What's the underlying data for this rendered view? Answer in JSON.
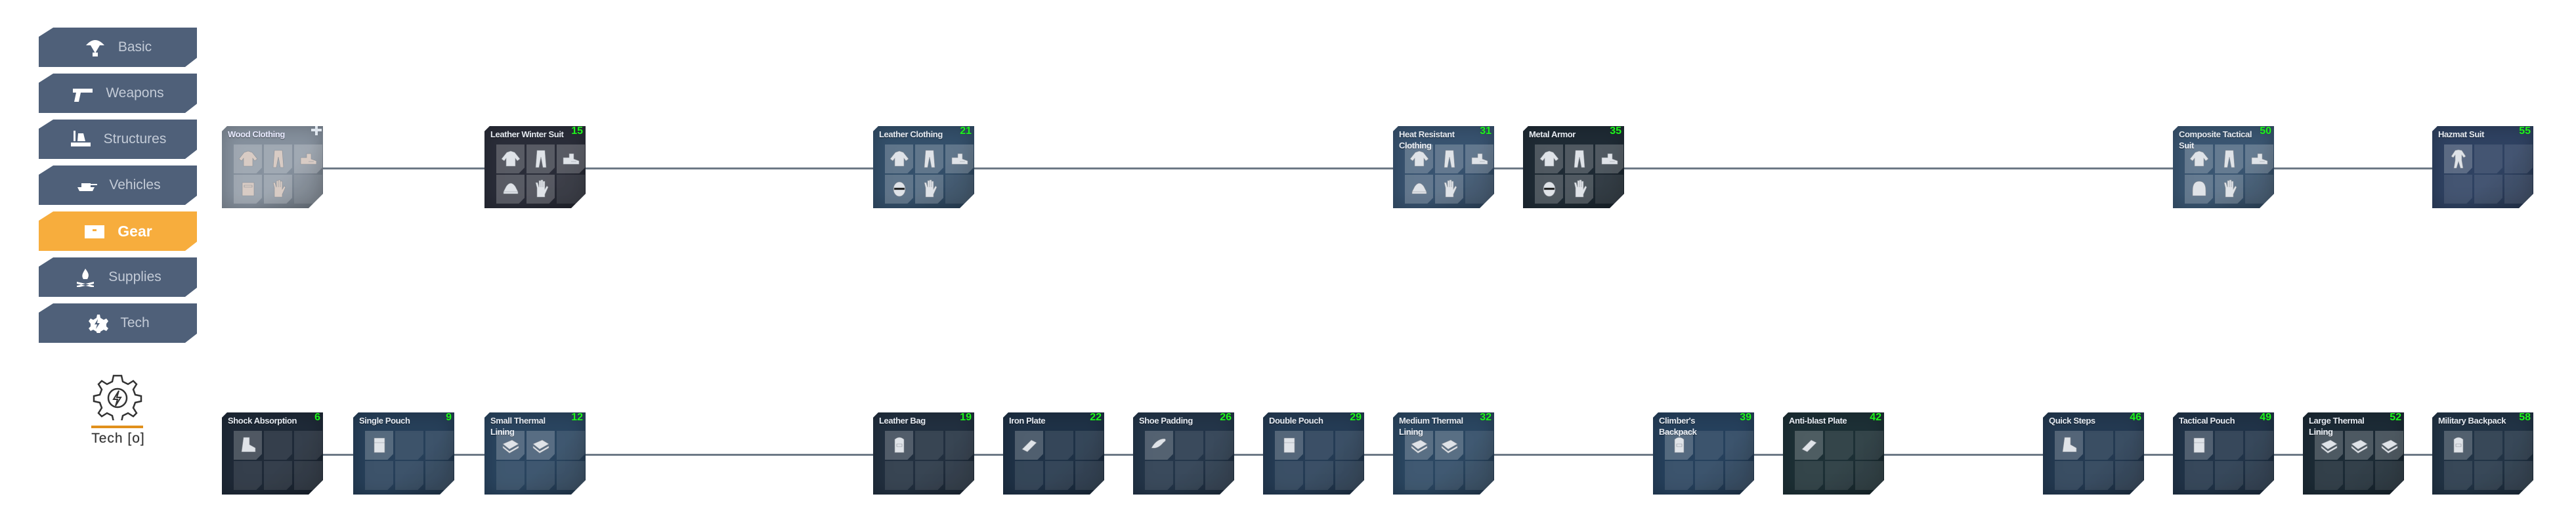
{
  "sidebar": {
    "items": [
      {
        "label": "Basic",
        "icon": "parachute-icon",
        "active": false
      },
      {
        "label": "Weapons",
        "icon": "pistol-icon",
        "active": false
      },
      {
        "label": "Structures",
        "icon": "factory-icon",
        "active": false
      },
      {
        "label": "Vehicles",
        "icon": "tank-icon",
        "active": false
      },
      {
        "label": "Gear",
        "icon": "toolbox-icon",
        "active": true
      },
      {
        "label": "Supplies",
        "icon": "campfire-icon",
        "active": false
      },
      {
        "label": "Tech",
        "icon": "gear-bolt-icon",
        "active": false
      }
    ],
    "tech_points": {
      "label": "Tech",
      "value": "[o]"
    }
  },
  "colors": {
    "accent": "#f7ad3d",
    "level": "#20f020",
    "link": "#6d7986"
  },
  "top_row": [
    {
      "title": "Wood Clothing",
      "level": null,
      "plus": true,
      "bg": "#86919e",
      "title_color": "#e8eaff",
      "items": [
        "jacket",
        "pants",
        "boots",
        "armor",
        "gloves"
      ]
    },
    {
      "title": "Leather Winter Suit",
      "level": "15",
      "bg": "#2a2d39",
      "items": [
        "jacket",
        "pants",
        "boots",
        "hat",
        "gloves"
      ]
    },
    {
      "title": "Leather Clothing",
      "level": "21",
      "bg": "#34506b",
      "items": [
        "jacket",
        "pants",
        "boots",
        "mask",
        "gloves"
      ]
    },
    {
      "title": "Heat Resistant Clothing",
      "level": "31",
      "bg": "#385370",
      "items": [
        "jacket",
        "pants",
        "boots",
        "hat",
        "gloves"
      ]
    },
    {
      "title": "Metal Armor",
      "level": "35",
      "bg": "#1f2b35",
      "items": [
        "jacket",
        "pants",
        "boots",
        "mask",
        "gloves"
      ]
    },
    {
      "title": "Composite Tactical Suit",
      "level": "50",
      "bg": "#3a5672",
      "items": [
        "jacket",
        "pants",
        "boots",
        "helmet",
        "gloves"
      ]
    },
    {
      "title": "Hazmat Suit",
      "level": "55",
      "bg": "#2f4262",
      "items": [
        "suit"
      ]
    }
  ],
  "bottom_row": [
    {
      "title": "Shock Absorption",
      "level": "6",
      "bg": "#1f2a38",
      "items": [
        "boot"
      ]
    },
    {
      "title": "Single Pouch",
      "level": "9",
      "bg": "#27405a",
      "items": [
        "pouch"
      ]
    },
    {
      "title": "Small Thermal Lining",
      "level": "12",
      "bg": "#2a4560",
      "items": [
        "lining",
        "lining"
      ]
    },
    {
      "title": "Leather Bag",
      "level": "19",
      "bg": "#223040",
      "items": [
        "bag"
      ]
    },
    {
      "title": "Iron Plate",
      "level": "22",
      "bg": "#1f3247",
      "items": [
        "plate"
      ]
    },
    {
      "title": "Shoe Padding",
      "level": "26",
      "bg": "#24364a",
      "items": [
        "insole"
      ]
    },
    {
      "title": "Double Pouch",
      "level": "29",
      "bg": "#253c55",
      "items": [
        "pouch"
      ]
    },
    {
      "title": "Medium Thermal Lining",
      "level": "32",
      "bg": "#2b4762",
      "items": [
        "lining",
        "lining"
      ]
    },
    {
      "title": "Climber's Backpack",
      "level": "39",
      "bg": "#26415d",
      "items": [
        "bag"
      ]
    },
    {
      "title": "Anti-blast Plate",
      "level": "42",
      "bg": "#1d3036",
      "items": [
        "plate"
      ]
    },
    {
      "title": "Quick Steps",
      "level": "46",
      "bg": "#243a52",
      "items": [
        "boot"
      ]
    },
    {
      "title": "Tactical Pouch",
      "level": "49",
      "bg": "#213449",
      "items": [
        "pouch"
      ]
    },
    {
      "title": "Large Thermal Lining",
      "level": "52",
      "bg": "#1c2b36",
      "items": [
        "lining",
        "lining",
        "lining"
      ]
    },
    {
      "title": "Military Backpack",
      "level": "58",
      "bg": "#223446",
      "items": [
        "bag"
      ]
    }
  ]
}
